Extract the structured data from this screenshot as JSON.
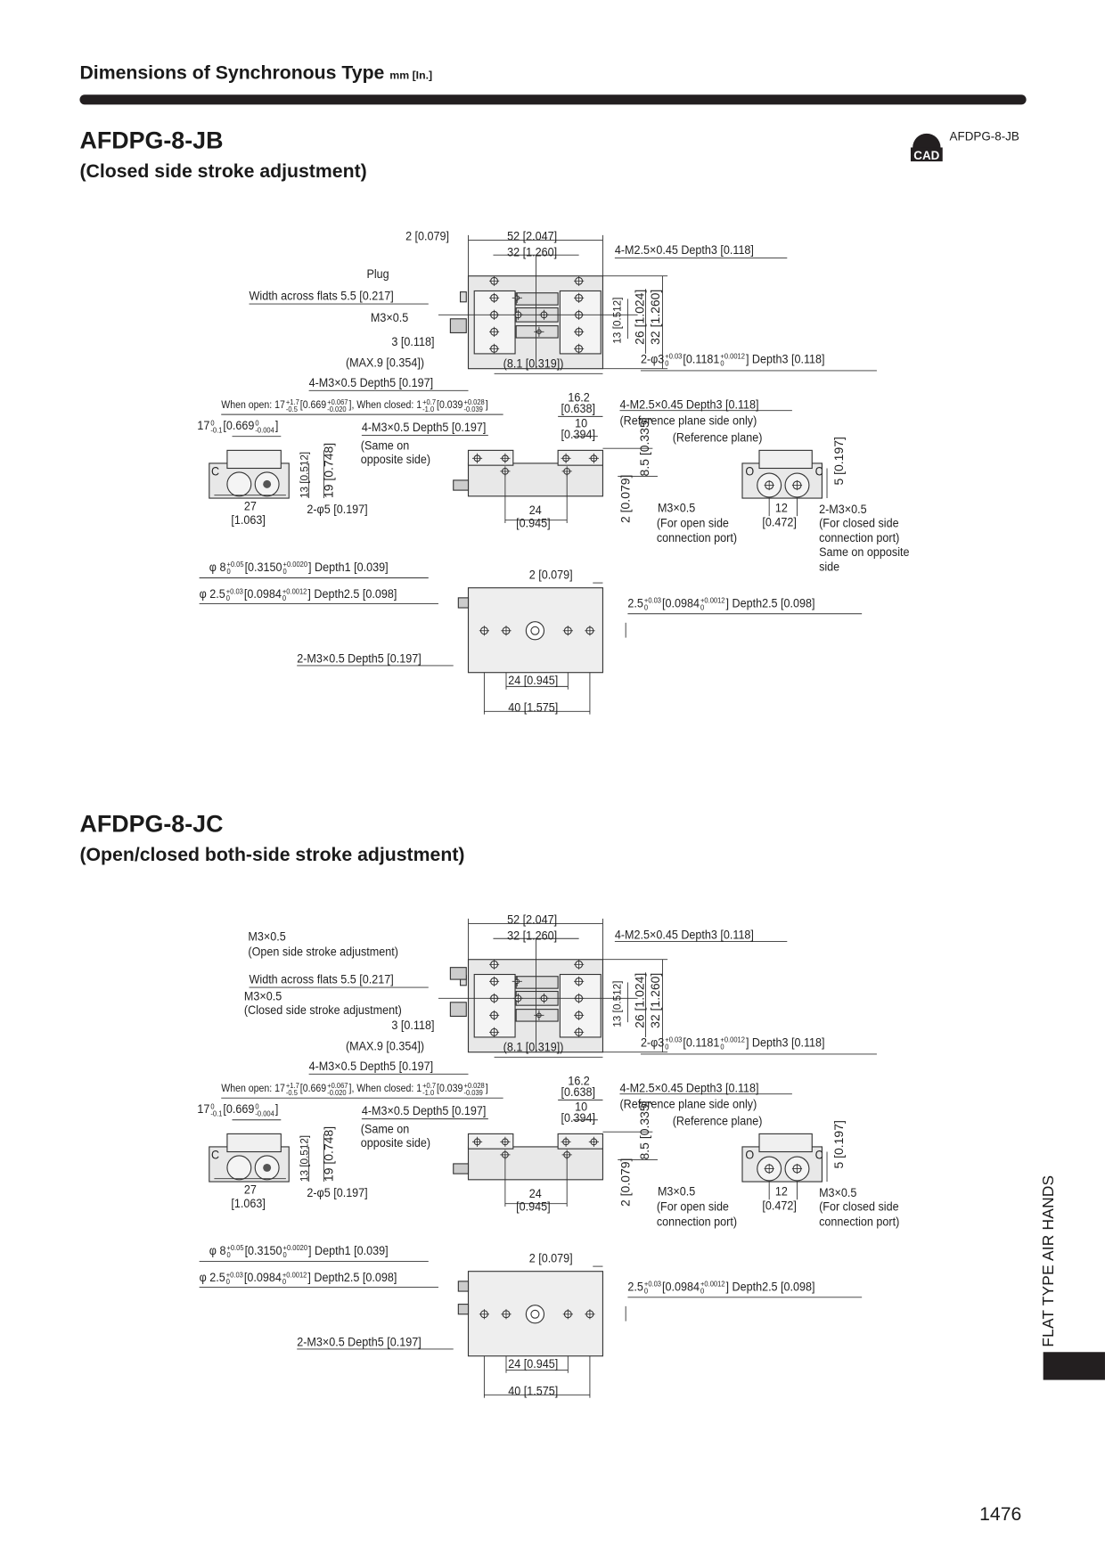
{
  "header": {
    "title": "Dimensions of Synchronous Type",
    "units": "mm [In.]"
  },
  "cad_badge": {
    "icon": "cad-icon",
    "text": "CAD",
    "model": "AFDPG-8-JB"
  },
  "jb": {
    "model": "AFDPG-8-JB",
    "subtitle": "(Closed side stroke adjustment)",
    "top": {
      "d_2": "2 [0.079]",
      "d_52": "52 [2.047]",
      "d_32": "32 [1.260]",
      "tap": "4-M2.5×0.45 Depth3 [0.118]",
      "plug": "Plug",
      "flats": "Width across flats  5.5 [0.217]",
      "m3": "M3×0.5",
      "d_3": "3 [0.118]",
      "max9": "(MAX.9 [0.354])",
      "d_81": "(8.1 [0.319])",
      "pin": [
        "2-φ3",
        "+0.03",
        "0",
        "[0.1181",
        "+0.0012",
        "0",
        "] Depth3 [0.118]"
      ],
      "m3d5": "4-M3×0.5  Depth5 [0.197]",
      "v13": "13 [0.512]",
      "v26": "26 [1.024]",
      "v32": "32 [1.260]"
    },
    "side": {
      "open": "When open: 17",
      "open_t": [
        "+1.7",
        "-0.5"
      ],
      "open_in": "[0.669",
      "open_in_t": [
        "+0.067",
        "-0.020"
      ],
      "closed": "], When closed: 1",
      "closed_t": [
        "+0.7",
        "-1.0"
      ],
      "closed_in": "[0.039",
      "closed_in_t": [
        "+0.028",
        "-0.039"
      ],
      "closed_end": "]",
      "w17": "17",
      "w17_t": [
        "0",
        "-0.1"
      ],
      "w17_in": "[0.669",
      "w17_in_t": [
        "0",
        "-0.004"
      ],
      "w17_end": "]",
      "d162": "16.2",
      "d162_in": "[0.638]",
      "tap": "4-M2.5×0.45  Depth3 [0.118]",
      "ref_only": "(Reference plane side only)",
      "m3d5": "4-M3×0.5  Depth5 [0.197]",
      "same1": "(Same on",
      "same2": "opposite side)",
      "d10": "10",
      "d10_in": "[0.394]",
      "ref": "(Reference plane)",
      "v85": "8.5 [0.335]",
      "v2": "2 [0.079]",
      "v5": "5 [0.197]",
      "v19": "19 [0.748]",
      "v13": "13 [0.512]",
      "d27": "27",
      "d27_in": "[1.063]",
      "phi5": "2-φ5 [0.197]",
      "d24": "24",
      "d24_in": "[0.945]",
      "m3o": "M3×0.5",
      "open1": "(For open side",
      "open2": "connection port)",
      "d12": "12",
      "d12_in": "[0.472]",
      "m3c": "2-M3×0.5",
      "cl1": "(For closed side",
      "cl2": "connection port)",
      "cl3": "Same on opposite",
      "cl4": "side",
      "lbl_o": "O",
      "lbl_c": "C"
    },
    "bottom": {
      "phi8": [
        "φ 8",
        "+0.05",
        "0",
        "[0.3150",
        "+0.0020",
        "0",
        "] Depth1 [0.039]"
      ],
      "d2": "2 [0.079]",
      "phi25": [
        "φ 2.5",
        "+0.03",
        "0",
        "[0.0984",
        "+0.0012",
        "0",
        "] Depth2.5 [0.098]"
      ],
      "r25": [
        "2.5",
        "+0.03",
        "0",
        "[0.0984",
        "+0.0012",
        "0",
        "] Depth2.5 [0.098]"
      ],
      "m3": "2-M3×0.5  Depth5 [0.197]",
      "d24": "24 [0.945]",
      "d40": "40 [1.575]"
    }
  },
  "jc": {
    "model": "AFDPG-8-JC",
    "subtitle": "(Open/closed both-side stroke adjustment)",
    "top": {
      "d_52": "52 [2.047]",
      "d_32": "32 [1.260]",
      "tap": "4-M2.5×0.45 Depth3 [0.118]",
      "m3a": "M3×0.5",
      "m3a_note": "(Open side stroke adjustment)",
      "flats": "Width across flats  5.5 [0.217]",
      "m3b": "M3×0.5",
      "m3b_note": "(Closed side stroke adjustment)",
      "d_3": "3 [0.118]",
      "max9": "(MAX.9 [0.354])",
      "d_81": "(8.1 [0.319])",
      "pin": [
        "2-φ3",
        "+0.03",
        "0",
        "[0.1181",
        "+0.0012",
        "0",
        "] Depth3 [0.118]"
      ],
      "m3d5": "4-M3×0.5  Depth5 [0.197]",
      "v13": "13 [0.512]",
      "v26": "26 [1.024]",
      "v32": "32 [1.260]"
    },
    "side": {
      "open": "When open: 17",
      "open_t": [
        "+1.7",
        "-0.5"
      ],
      "open_in": "[0.669",
      "open_in_t": [
        "+0.067",
        "-0.020"
      ],
      "closed": "], When closed: 1",
      "closed_t": [
        "+0.7",
        "-1.0"
      ],
      "closed_in": "[0.039",
      "closed_in_t": [
        "+0.028",
        "-0.039"
      ],
      "closed_end": "]",
      "w17": "17",
      "w17_t": [
        "0",
        "-0.1"
      ],
      "w17_in": "[0.669",
      "w17_in_t": [
        "0",
        "-0.004"
      ],
      "w17_end": "]",
      "d162": "16.2",
      "d162_in": "[0.638]",
      "tap": "4-M2.5×0.45  Depth3 [0.118]",
      "ref_only": "(Reference plane side only)",
      "m3d5": "4-M3×0.5  Depth5 [0.197]",
      "same1": "(Same on",
      "same2": "opposite side)",
      "d10": "10",
      "d10_in": "[0.394]",
      "ref": "(Reference plane)",
      "v85": "8.5 [0.335]",
      "v2": "2 [0.079]",
      "v5": "5 [0.197]",
      "v19": "19 [0.748]",
      "v13": "13 [0.512]",
      "d27": "27",
      "d27_in": "[1.063]",
      "phi5": "2-φ5 [0.197]",
      "d24": "24",
      "d24_in": "[0.945]",
      "m3o": "M3×0.5",
      "open1": "(For open side",
      "open2": "connection port)",
      "d12": "12",
      "d12_in": "[0.472]",
      "m3c": "M3×0.5",
      "cl1": "(For closed side",
      "cl2": "connection port)",
      "lbl_o": "O",
      "lbl_c": "C"
    },
    "bottom": {
      "phi8": [
        "φ 8",
        "+0.05",
        "0",
        "[0.3150",
        "+0.0020",
        "0",
        "] Depth1 [0.039]"
      ],
      "d2": "2 [0.079]",
      "phi25": [
        "φ 2.5",
        "+0.03",
        "0",
        "[0.0984",
        "+0.0012",
        "0",
        "] Depth2.5 [0.098]"
      ],
      "r25": [
        "2.5",
        "+0.03",
        "0",
        "[0.0984",
        "+0.0012",
        "0",
        "] Depth2.5 [0.098]"
      ],
      "m3": "2-M3×0.5  Depth5 [0.197]",
      "d24": "24 [0.945]",
      "d40": "40 [1.575]"
    }
  },
  "side_tab": "FLAT TYPE AIR HANDS",
  "page_number": "1476"
}
